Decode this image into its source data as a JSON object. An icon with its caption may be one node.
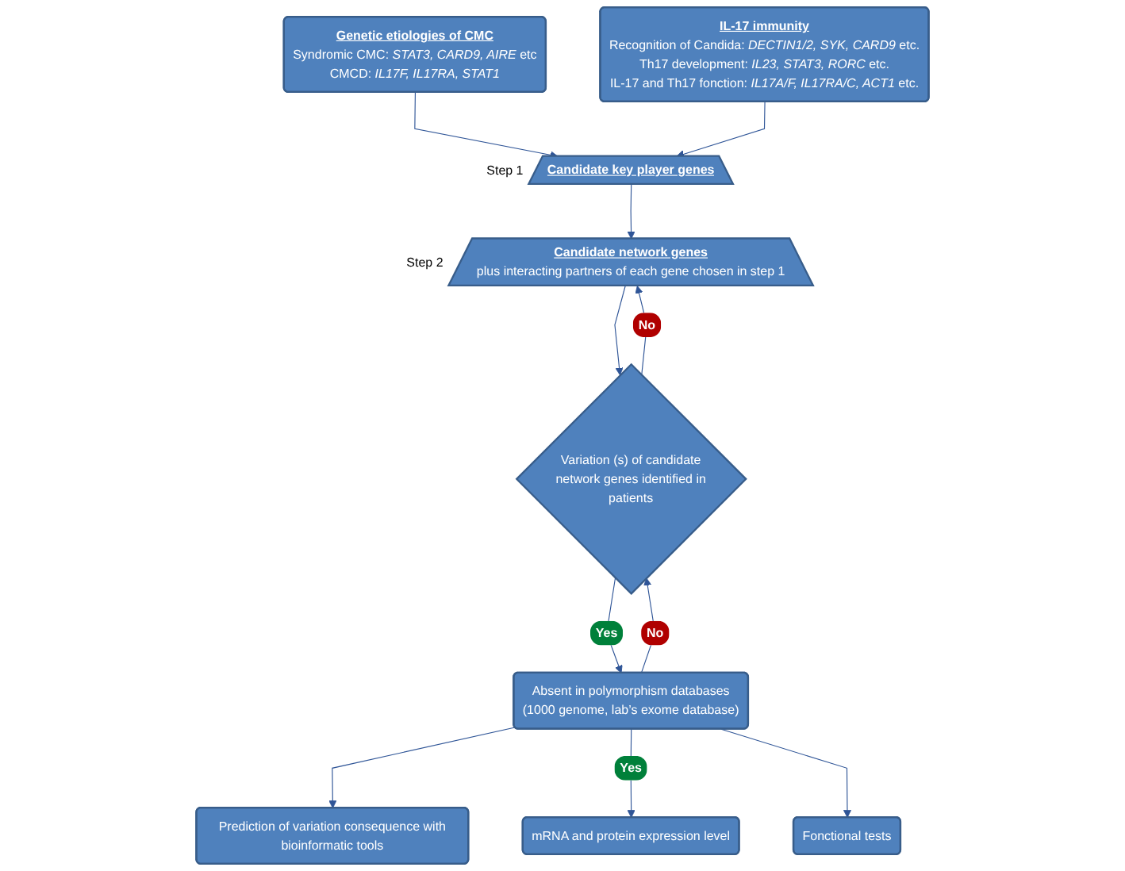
{
  "diagram": {
    "nodes": [
      {
        "text": [
          "Genetic etiologies of CMC",
          "Syndromic CMC: *STAT3, CARD9, AIRE* etc",
          "CMCD: *IL17F, IL17RA, STAT1*"
        ]
      },
      {
        "text": [
          "IL-17 immunity",
          "Recognition of Candida: *DECTIN1/2, SYK, CARD9* etc.",
          "Th17 development: *IL23, STAT3, RORC* etc.",
          "IL-17 and Th17 fonction: *IL17A/F, IL17RA/C, ACT1* etc."
        ]
      },
      {
        "text": [
          "Candidate key player genes"
        ],
        "beside": [
          "Step 1"
        ]
      },
      {
        "text": [
          "Candidate network genes",
          "plus interacting partners of each gene chosen in step 1"
        ],
        "beside": [
          "Step 2"
        ]
      },
      {
        "text": [
          "Variation (s) of candidate network genes identified in patients"
        ]
      },
      {
        "text": [
          "Absent in polymorphism databases",
          "(1000 genome, lab’s exome database)"
        ]
      },
      {
        "text": [
          "Prediction of variation consequence with bioinformatic tools"
        ]
      },
      {
        "text": [
          "mRNA and protein expression level"
        ]
      },
      {
        "text": [
          "Fonctional tests"
        ]
      }
    ],
    "edges": [
      {
        "from": 0,
        "to": 2,
        "arrow": "to"
      },
      {
        "from": 1,
        "to": 2,
        "arrow": "to"
      },
      {
        "from": 2,
        "to": 3,
        "arrow": "to"
      },
      {
        "from": 3,
        "to": 4,
        "arrow": "to"
      },
      {
        "from": 4,
        "to": 3,
        "arrow": "to",
        "label": "No"
      },
      {
        "from": 4,
        "to": 5,
        "arrow": "to",
        "label": "Yes"
      },
      {
        "from": 5,
        "to": 4,
        "arrow": "to",
        "label": "No"
      },
      {
        "from": 5,
        "to": 6,
        "arrow": "to"
      },
      {
        "from": 5,
        "to": 7,
        "arrow": "to",
        "label": "Yes"
      },
      {
        "from": 5,
        "to": 8,
        "arrow": "to"
      }
    ]
  }
}
